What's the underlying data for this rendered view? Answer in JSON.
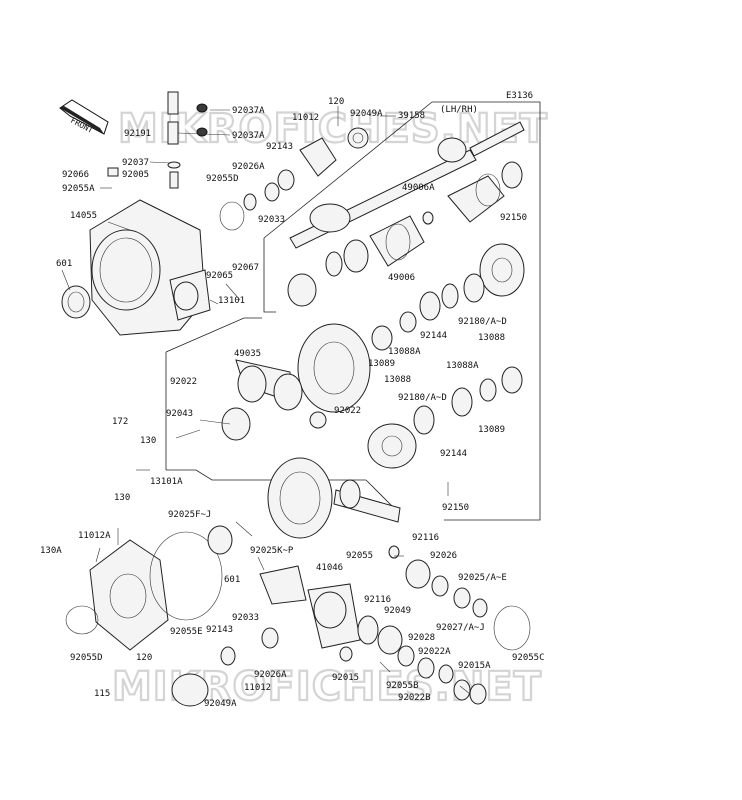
{
  "diagram": {
    "ref_code": "E3136",
    "side_note": "(LH/RH)",
    "front_label": "FRONT",
    "watermark_top": "MIKROFICHES.NET",
    "watermark_bottom": "MIKROFICHES.NET",
    "callouts": [
      "92037A",
      "92191",
      "92037A",
      "92037",
      "92005",
      "92066",
      "92055A",
      "14055",
      "601",
      "120",
      "11012",
      "92049A",
      "39158",
      "92143",
      "92026A",
      "92055D",
      "92033",
      "92065",
      "92067",
      "49006A",
      "49006",
      "92150",
      "13101",
      "49035",
      "92022",
      "172",
      "92043",
      "130",
      "92180/A~D",
      "92144",
      "13088A",
      "13088",
      "13089",
      "13088",
      "13088A",
      "13089",
      "92022",
      "92180/A~D",
      "92144",
      "92150",
      "13101A",
      "130",
      "11012A",
      "130A",
      "92025F~J",
      "92025K~P",
      "601",
      "92055E",
      "92055D",
      "120",
      "115",
      "92143",
      "92033",
      "92026A",
      "11012",
      "92049A",
      "41046",
      "92055",
      "92116",
      "92026",
      "92025/A~E",
      "92116",
      "92049",
      "92027/A~J",
      "92028",
      "92022A",
      "92015",
      "92055B",
      "92015A",
      "92022B",
      "92055C"
    ]
  }
}
